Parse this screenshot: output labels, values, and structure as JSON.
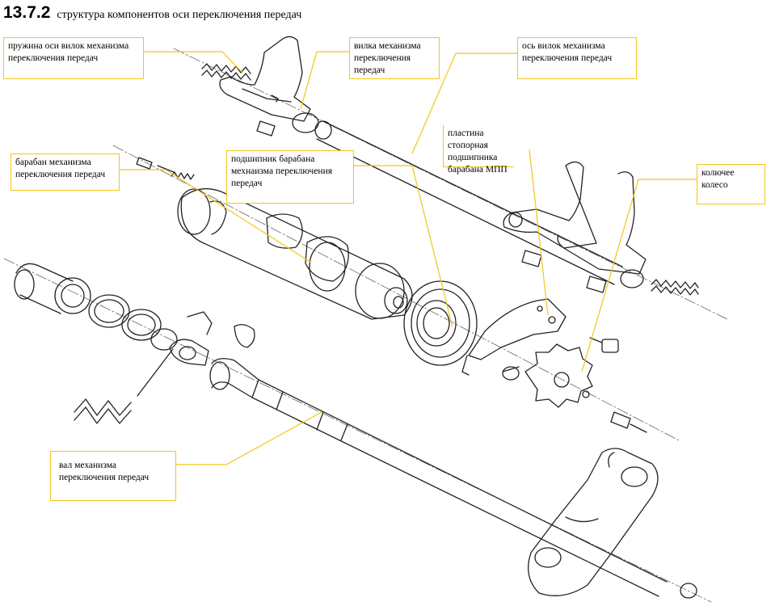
{
  "header": {
    "section_number": "13.7.2",
    "title": "структура компонентов оси переключения передач"
  },
  "colors": {
    "callout_line": "#f5c518",
    "drawing_line": "#222222"
  },
  "labels": {
    "fork_shaft_spring": "пружина оси вилок механизма переключения передач",
    "shift_fork": "вилка механизма переключения передач",
    "fork_shaft": "ось вилок механизма переключения передач",
    "drum_retainer_plate": "пластина стопорная подшипника барабана МПП",
    "shift_drum": "барабан механизма переключения передач",
    "drum_bearing": "подшипник барабана мехнаизма переключения передач",
    "star_wheel": "колючее колесо",
    "shift_shaft": "вал механизма переключения передач"
  }
}
